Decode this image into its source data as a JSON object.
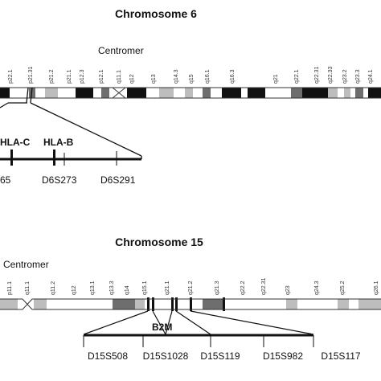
{
  "chr6": {
    "title": "Chromosome 6",
    "centromere_label": "Centromer",
    "bands": [
      "p22.1",
      "p21.31",
      "p21.2",
      "p21.1",
      "p12.3",
      "p12.1",
      "q11.1",
      "q12",
      "q13",
      "q14.3",
      "q15",
      "q16.1",
      "q16.3",
      "q21",
      "q22.1",
      "q22.31",
      "q22.33",
      "q23.2",
      "q23.3",
      "q24.1"
    ],
    "gene_labels": [
      "HLA-C",
      "HLA-B"
    ],
    "marker_labels": [
      "65",
      "D6S273",
      "D6S291"
    ]
  },
  "chr15": {
    "title": "Chromosome 15",
    "centromere_label": "Centromer",
    "bands": [
      "p11.1",
      "q11.1",
      "q11.2",
      "q12",
      "q13.1",
      "q13.3",
      "q14",
      "q15.1",
      "q21.1",
      "q21.2",
      "q21.3",
      "q22.2",
      "q22.31",
      "q23",
      "q24.3",
      "q25.2",
      "q26.1"
    ],
    "gene_labels": [
      "B2M"
    ],
    "marker_labels": [
      "D15S508",
      "D15S1028",
      "D15S119",
      "D15S982",
      "D15S117"
    ]
  },
  "colors": {
    "black_band": "#111111",
    "dark_band": "#6e6e6e",
    "light_band": "#bdbdbd",
    "white_band": "#ffffff"
  }
}
